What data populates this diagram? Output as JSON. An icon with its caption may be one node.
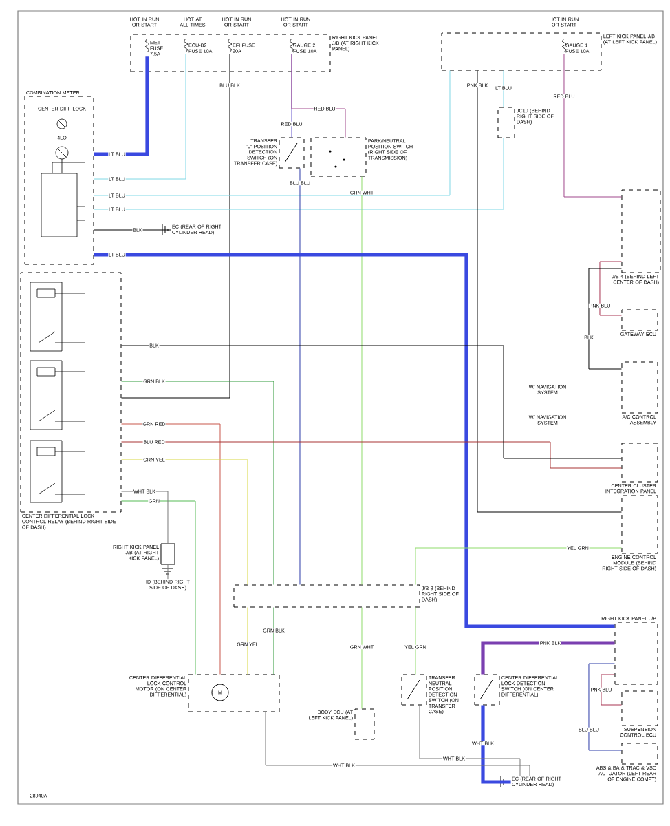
{
  "diagram": {
    "nodes": [
      {
        "text": [
          "RIGHT KICK PANEL J/B (AT RIGHT KICK PANEL)"
        ]
      },
      {
        "text": [
          "MET FUSE 7.5A"
        ],
        "in": 0
      },
      {
        "text": [
          "ECU-B2 FUSE 10A"
        ],
        "in": 0
      },
      {
        "text": [
          "EFI FUSE 20A"
        ],
        "in": 0
      },
      {
        "text": [
          "GAUGE 2 FUSE 10A"
        ],
        "in": 0
      },
      {
        "text": [
          "LEFT KICK PANEL J/B (AT LEFT KICK PANEL)"
        ]
      },
      {
        "text": [
          "GAUGE 1 FUSE 10A"
        ],
        "in": 5
      },
      {
        "text": [
          "COMBINATION METER"
        ]
      },
      {
        "text": [
          "CENTER DIFF LOCK"
        ],
        "in": 7
      },
      {
        "text": [
          "4LO"
        ],
        "in": 7
      },
      {
        "text": [
          "TRANSFER \"L\" POSITION DETECTION SWITCH (ON TRANSFER CASE)"
        ]
      },
      {
        "text": [
          "PARK/NEUTRAL POSITION SWITCH (RIGHT SIDE OF TRANSMISSION)"
        ]
      },
      {
        "text": [
          "JC10 (BEHIND RIGHT SIDE OF DASH)"
        ]
      },
      {
        "text": [
          "CENTER DIFFERENTIAL LOCK CONTROL RELAY (BEHIND RIGHT SIDE OF DASH)"
        ]
      },
      {
        "text": [
          "J/B 4 (BEHIND LEFT CENTER OF DASH)"
        ]
      },
      {
        "text": [
          "GATEWAY ECU"
        ]
      },
      {
        "text": [
          "A/C CONTROL ASSEMBLY"
        ]
      },
      {
        "text": [
          "CENTER CLUSTER INTEGRATION PANEL"
        ]
      },
      {
        "text": [
          "ENGINE CONTROL MODULE (BEHIND RIGHT SIDE OF DASH)"
        ]
      },
      {
        "text": [
          "RIGHT KICK PANEL J/B"
        ]
      },
      {
        "text": [
          "SUSPENSION CONTROL ECU"
        ]
      },
      {
        "text": [
          "ABS & BA & TRAC & VSC ACTUATOR (LEFT REAR OF ENGINE COMPT)"
        ]
      },
      {
        "text": [
          "J/B 8 (BEHIND RIGHT SIDE OF DASH)"
        ]
      },
      {
        "text": [
          "CENTER DIFFERENTIAL LOCK CONTROL MOTOR (ON CENTER DIFFERENTIAL)"
        ]
      },
      {
        "text": [
          "TRANSFER NEUTRAL POSITION DETECTION SWITCH (ON TRANSFER CASE)"
        ]
      },
      {
        "text": [
          "CENTER DIFFERENTIAL LOCK DETECTION SWITCH (ON CENTER DIFFERENTIAL)"
        ]
      },
      {
        "text": [
          "BODY ECU (AT LEFT KICK PANEL)"
        ]
      },
      {
        "text": [
          "EC (REAR OF RIGHT CYLINDER HEAD)"
        ]
      },
      {
        "text": [
          "EC (REAR OF RIGHT CYLINDER HEAD)"
        ]
      },
      {
        "text": [
          "RIGHT KICK PANEL J/B (AT RIGHT KICK PANEL)"
        ]
      },
      {
        "text": [
          "ID (BEHIND RIGHT SIDE OF DASH)"
        ]
      }
    ],
    "edges": [
      {
        "from": 1,
        "to": 7,
        "arrow": "none",
        "label": "LT BLU",
        "style": "thick",
        "color": "#3a49e0"
      },
      {
        "from": 2,
        "to": 7,
        "arrow": "none",
        "label": "LT BLU",
        "color": "#7fd8e6"
      },
      {
        "from": 3,
        "to": 13,
        "arrow": "none",
        "label": "BLU BLK"
      },
      {
        "from": 4,
        "to": 10,
        "arrow": "none",
        "label": "RED BLU",
        "color": "#6a5acd"
      },
      {
        "from": 4,
        "to": 11,
        "arrow": "none",
        "label": "RED BLU",
        "color": "#a0468c"
      },
      {
        "from": 6,
        "to": 14,
        "arrow": "none",
        "label": "RED BLU",
        "color": "#a0468c"
      },
      {
        "from": 5,
        "to": 12,
        "arrow": "none",
        "label": "LT BLU",
        "color": "#7fd8e6"
      },
      {
        "from": 12,
        "to": 7,
        "arrow": "none",
        "label": "LT BLU",
        "color": "#7fd8e6"
      },
      {
        "from": 5,
        "to": 7,
        "arrow": "none",
        "label": "LT BLU",
        "color": "#7fd8e6"
      },
      {
        "from": 5,
        "to": 18,
        "arrow": "none",
        "label": "PNK BLK"
      },
      {
        "from": 10,
        "to": 22,
        "arrow": "none",
        "label": "BLU BLU",
        "color": "#2b3aa8"
      },
      {
        "from": 11,
        "to": 22,
        "arrow": "none",
        "label": "GRN WHT",
        "color": "#8fdc6a"
      },
      {
        "from": 7,
        "to": 19,
        "arrow": "none",
        "label": "LT BLU",
        "style": "thick",
        "color": "#3a49e0"
      },
      {
        "from": 13,
        "to": 23,
        "arrow": "none",
        "label": "GRN",
        "color": "#55bb55"
      },
      {
        "from": 13,
        "to": 23,
        "arrow": "none",
        "label": "GRN RED",
        "color": "#c8564a"
      },
      {
        "from": 13,
        "to": 22,
        "arrow": "none",
        "label": "GRN YEL",
        "color": "#d8d840"
      },
      {
        "from": 13,
        "to": 22,
        "arrow": "none",
        "label": "GRN BLK",
        "color": "#2f9a3a"
      },
      {
        "from": 13,
        "to": 17,
        "arrow": "none",
        "label": "BLU RED",
        "color": "#a83232"
      },
      {
        "from": 13,
        "to": 17,
        "arrow": "none",
        "label": "BLK"
      },
      {
        "from": 22,
        "to": 23,
        "arrow": "none",
        "label": "GRN YEL",
        "color": "#d8d840"
      },
      {
        "from": 22,
        "to": 23,
        "arrow": "none",
        "label": "GRN BLK",
        "color": "#2f9a3a"
      },
      {
        "from": 22,
        "to": 26,
        "arrow": "none",
        "label": "GRN WHT",
        "color": "#8fdc6a"
      },
      {
        "from": 22,
        "to": 24,
        "arrow": "none",
        "label": "YEL GRN",
        "color": "#8fdc6a"
      },
      {
        "from": 18,
        "to": 22,
        "arrow": "none",
        "label": "YEL GRN",
        "color": "#8fdc6a"
      },
      {
        "from": 25,
        "to": 19,
        "arrow": "none",
        "label": "PNK BLK",
        "style": "thick",
        "color": "#7a3fb0"
      },
      {
        "from": 25,
        "to": 27,
        "arrow": "none",
        "label": "WHT BLK",
        "style": "thick",
        "color": "#3a49e0"
      },
      {
        "from": 23,
        "to": 27,
        "arrow": "none",
        "label": "WHT BLK",
        "color": "#777777"
      },
      {
        "from": 24,
        "to": 27,
        "arrow": "none",
        "label": "WHT BLK",
        "color": "#777777"
      },
      {
        "from": 13,
        "to": 29,
        "arrow": "none",
        "label": "WHT BLK",
        "color": "#777777"
      },
      {
        "from": 29,
        "to": 30,
        "arrow": "none",
        "color": "#777777"
      },
      {
        "from": 7,
        "to": 28,
        "arrow": "none",
        "label": "BLK"
      },
      {
        "from": 14,
        "to": 15,
        "arrow": "none",
        "label": "PNK BLU",
        "color": "#a83250"
      },
      {
        "from": 14,
        "to": 16,
        "arrow": "none",
        "label": "BLK"
      },
      {
        "from": 19,
        "to": 20,
        "arrow": "none",
        "label": "PNK BLU",
        "color": "#a83250"
      },
      {
        "from": 19,
        "to": 21,
        "arrow": "none",
        "label": "BLU BLU",
        "color": "#2b3aa8"
      }
    ],
    "labels": [
      "HOT IN RUN OR START",
      "HOT AT ALL TIMES",
      "HOT IN RUN OR START",
      "HOT IN RUN OR START",
      "HOT IN RUN OR START",
      "W/ NAVIGATION SYSTEM",
      "W/ NAVIGATION SYSTEM",
      "M",
      "28940A"
    ]
  }
}
